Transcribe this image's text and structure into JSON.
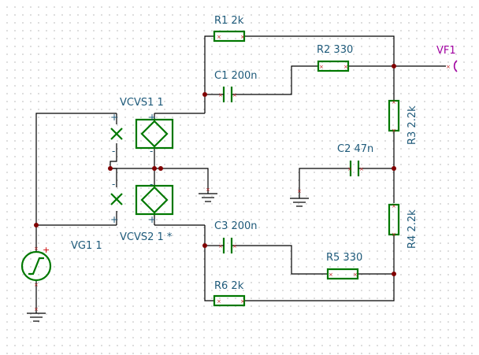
{
  "components": {
    "r1": {
      "name": "R1",
      "value": "2k"
    },
    "r2": {
      "name": "R2",
      "value": "330"
    },
    "r3": {
      "name": "R3",
      "value": "2.2k"
    },
    "r4": {
      "name": "R4",
      "value": "2.2k"
    },
    "r5": {
      "name": "R5",
      "value": "330"
    },
    "r6": {
      "name": "R6",
      "value": "2k"
    },
    "c1": {
      "name": "C1",
      "value": "200n"
    },
    "c2": {
      "name": "C2",
      "value": "47n"
    },
    "c3": {
      "name": "C3",
      "value": "200n"
    },
    "vcvs1": {
      "name": "VCVS1",
      "value": "1"
    },
    "vcvs2": {
      "name": "VCVS2",
      "value": "1 *"
    },
    "vg1": {
      "name": "VG1",
      "value": "1"
    },
    "vf1": {
      "name": "VF1"
    }
  },
  "labels": {
    "r1": "R1 2k",
    "r2": "R2 330",
    "r3": "R3 2.2k",
    "r4": "R4 2.2k",
    "r5": "R5 330",
    "r6": "R6 2k",
    "c1": "C1 200n",
    "c2": "C2 47n",
    "c3": "C3 200n",
    "vcvs1": "VCVS1 1",
    "vcvs2": "VCVS2 1 *",
    "vg1": "VG1 1",
    "vf1": "VF1"
  },
  "signs": {
    "plus": "+",
    "minus": "-"
  },
  "colors": {
    "wire": "#000000",
    "component": "#007800",
    "label": "#1e5a7a",
    "probe": "#a000a0",
    "junction": "#800000",
    "pin_marker": "#c02020",
    "grid_dot": "#d4d4d4"
  }
}
